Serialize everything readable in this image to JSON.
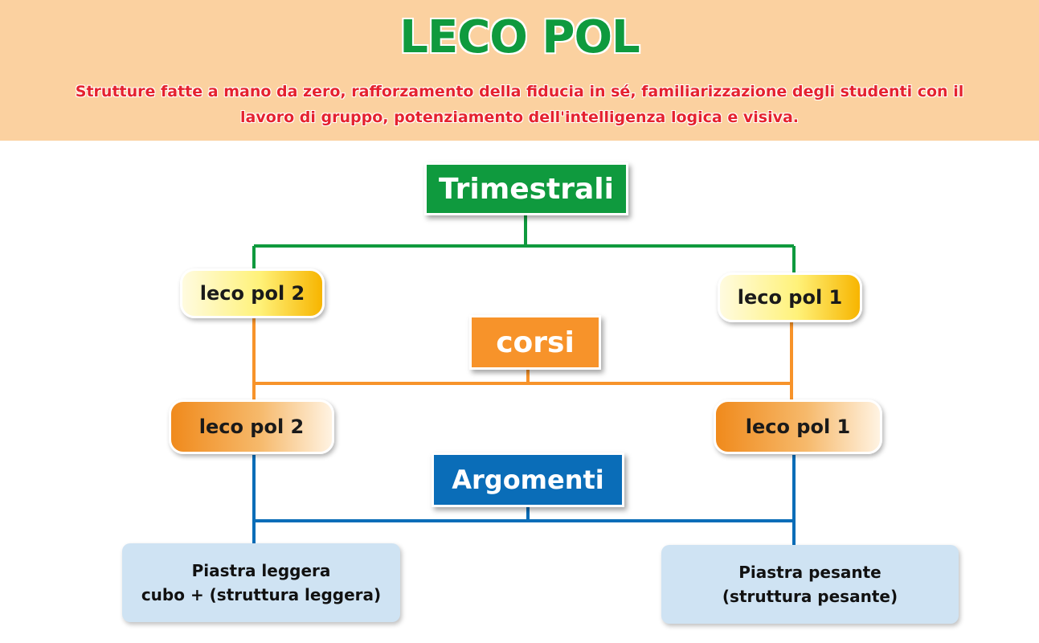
{
  "header": {
    "title": "LECO POL",
    "subtitle": "Strutture fatte a mano da zero, rafforzamento della fiducia in sé, familiarizzazione degli studenti con il lavoro di gruppo, potenziamento dell'intelligenza logica e visiva."
  },
  "nodes": {
    "trimestrali": "Trimestrali",
    "quarterly_left": "leco pol 2",
    "quarterly_right": "leco pol 1",
    "corsi": "corsi",
    "course_left": "leco pol  2",
    "course_right": "leco pol 1",
    "argomenti": "Argomenti",
    "topic_left_line1": "Piastra leggera",
    "topic_left_line2": "cubo + (struttura leggera)",
    "topic_right_line1": "Piastra pesante",
    "topic_right_line2": "(struttura pesante)"
  },
  "colors": {
    "header_bg": "#fbd1a0",
    "title": "#0f9a3e",
    "subtitle": "#e5222f",
    "green": "#0f9a3e",
    "orange": "#f7932a",
    "blue": "#0a6db8",
    "leaf_bg": "#cfe3f3"
  }
}
